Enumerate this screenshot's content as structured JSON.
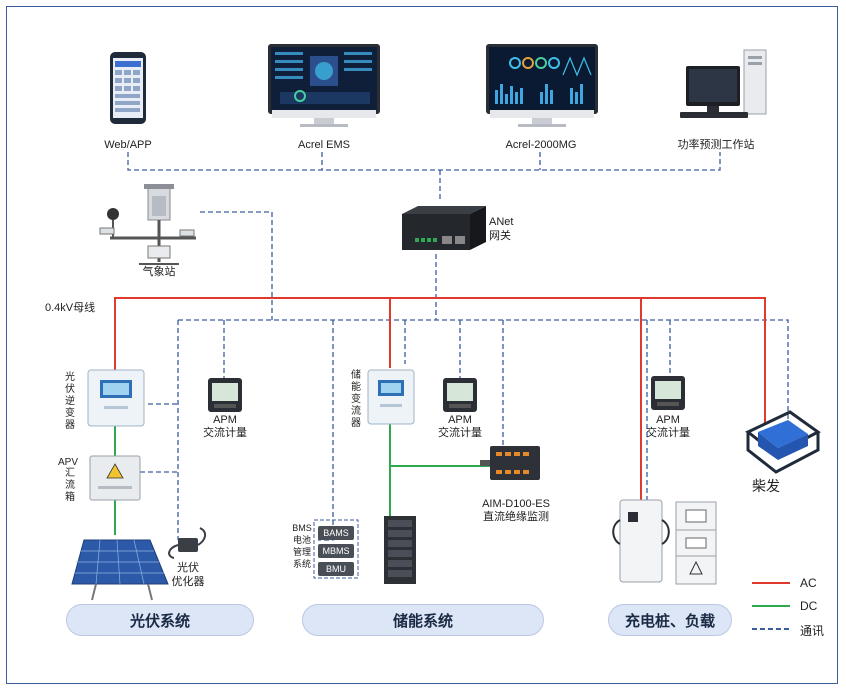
{
  "top_devices": {
    "web_app": "Web/APP",
    "acrel_ems": "Acrel EMS",
    "acrel_2000mg": "Acrel-2000MG",
    "forecast_station": "功率预测工作站"
  },
  "gateway": {
    "line1": "ANet",
    "line2": "网关"
  },
  "weather_station": "气象站",
  "bus_label": "0.4kV母线",
  "pv": {
    "inverter": "光伏逆变器",
    "combiner_prefix": "APV",
    "combiner": "汇流箱",
    "optimizer_line1": "光伏",
    "optimizer_line2": "优化器",
    "group": "光伏系统"
  },
  "apm_meters": [
    {
      "line1": "APM",
      "line2": "交流计量"
    },
    {
      "line1": "APM",
      "line2": "交流计量"
    },
    {
      "line1": "APM",
      "line2": "交流计量"
    }
  ],
  "storage": {
    "converter": "储能变流器",
    "bms_label": "BMS电池管理系统",
    "bms_items": [
      "BAMS",
      "MBMS",
      "BMU"
    ],
    "monitor_line1": "AIM-D100-ES",
    "monitor_line2": "直流绝缘监测",
    "group": "储能系统"
  },
  "load": {
    "diesel": "柴发",
    "group": "充电桩、负载"
  },
  "legend": [
    {
      "label": "AC",
      "color": "#e03a2f"
    },
    {
      "label": "DC",
      "color": "#2fa84f"
    },
    {
      "label": "通讯",
      "color": "#3b5da0"
    }
  ]
}
